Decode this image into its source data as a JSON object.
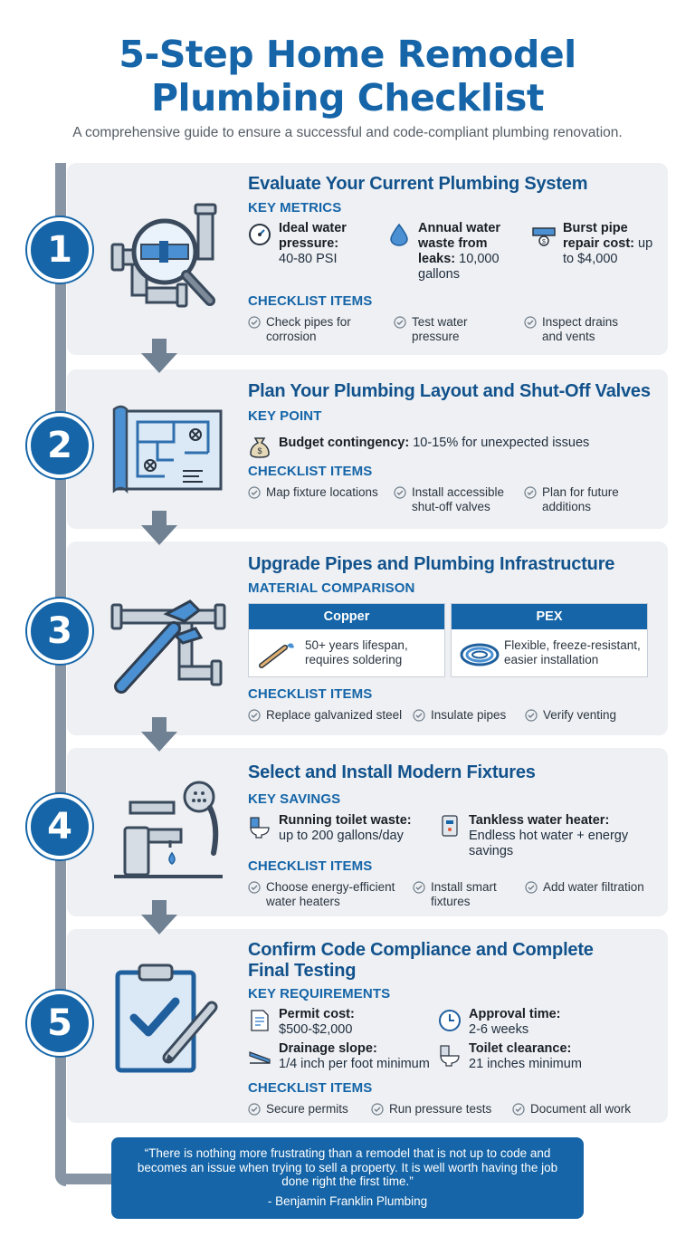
{
  "header": {
    "title_line1": "5-Step Home Remodel",
    "title_line2": "Plumbing Checklist",
    "subtitle": "A comprehensive guide to ensure a successful and code-compliant plumbing renovation."
  },
  "colors": {
    "primary": "#1565a8",
    "timeline": "#8795a4",
    "card": "#eef0f3"
  },
  "steps": [
    {
      "number": "1",
      "title": "Evaluate Your Current Plumbing System",
      "section": "KEY METRICS",
      "metrics": [
        {
          "icon": "pressure-gauge-icon",
          "label": "Ideal water pressure:",
          "value": "40-80 PSI"
        },
        {
          "icon": "water-drop-icon",
          "label": "Annual water waste from leaks:",
          "value": "10,000 gallons"
        },
        {
          "icon": "burst-pipe-icon",
          "label": "Burst pipe repair cost:",
          "value": "up to $4,000"
        }
      ],
      "checklist_heading": "CHECKLIST ITEMS",
      "checklist": [
        "Check pipes for corrosion",
        "Test water pressure",
        "Inspect drains and vents"
      ]
    },
    {
      "number": "2",
      "title": "Plan Your Plumbing Layout and Shut-Off Valves",
      "section": "KEY POINT",
      "metrics": [
        {
          "icon": "money-bag-icon",
          "label": "Budget contingency:",
          "value": "10-15% for unexpected issues"
        }
      ],
      "checklist_heading": "CHECKLIST ITEMS",
      "checklist": [
        "Map fixture locations",
        "Install accessible shut-off valves",
        "Plan for future additions"
      ]
    },
    {
      "number": "3",
      "title": "Upgrade Pipes and Plumbing Infrastructure",
      "section": "MATERIAL COMPARISON",
      "materials": [
        {
          "name": "Copper",
          "icon": "torch-icon",
          "text": "50+ years lifespan, requires soldering"
        },
        {
          "name": "PEX",
          "icon": "pex-coil-icon",
          "text": "Flexible, freeze-resistant, easier installation"
        }
      ],
      "checklist_heading": "CHECKLIST ITEMS",
      "checklist": [
        "Replace galvanized steel",
        "Insulate pipes",
        "Verify venting"
      ]
    },
    {
      "number": "4",
      "title": "Select and Install Modern Fixtures",
      "section": "KEY SAVINGS",
      "metrics": [
        {
          "icon": "toilet-icon",
          "label": "Running toilet waste:",
          "value": "up to 200 gallons/day"
        },
        {
          "icon": "water-heater-icon",
          "label": "Tankless water heater:",
          "value": "Endless hot water + energy savings"
        }
      ],
      "checklist_heading": "CHECKLIST ITEMS",
      "checklist": [
        "Choose energy-efficient water heaters",
        "Install smart fixtures",
        "Add water filtration"
      ]
    },
    {
      "number": "5",
      "title_line1": "Confirm Code Compliance and Complete",
      "title_line2": "Final Testing",
      "section": "KEY REQUIREMENTS",
      "metrics": [
        {
          "icon": "permit-document-icon",
          "label": "Permit cost:",
          "value": "$500-$2,000"
        },
        {
          "icon": "clock-icon",
          "label": "Approval time:",
          "value": "2-6 weeks"
        },
        {
          "icon": "drain-slope-icon",
          "label": "Drainage slope:",
          "value": "1/4 inch per foot minimum"
        },
        {
          "icon": "toilet-icon",
          "label": "Toilet clearance:",
          "value": "21 inches minimum"
        }
      ],
      "checklist_heading": "CHECKLIST ITEMS",
      "checklist": [
        "Secure permits",
        "Run pressure tests",
        "Document all work"
      ]
    }
  ],
  "quote": {
    "text": "“There is nothing more frustrating than a remodel that is not up to code and becomes an issue when trying to sell a property. It is well worth having the job done right the first time.”",
    "author": "- Benjamin Franklin Plumbing"
  }
}
